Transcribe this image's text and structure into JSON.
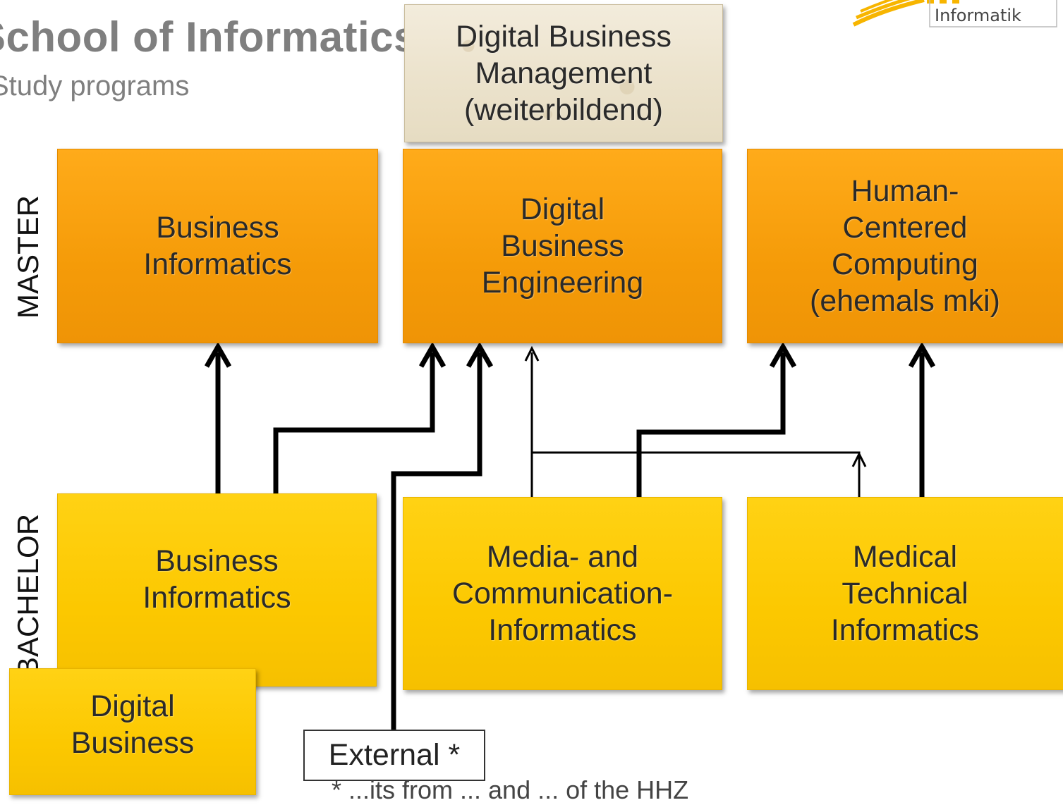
{
  "header": {
    "title": "School of Informatics",
    "subtitle": "Study programs"
  },
  "logo": {
    "text": "Informatik",
    "icon": "university-logo-icon",
    "accent_color": "#f7b500"
  },
  "side_labels": {
    "master": "MASTER",
    "bachelor": "BACHELOR"
  },
  "colors": {
    "master": "#f59b08",
    "bachelor": "#fcc800",
    "parchment": "#ece3cd"
  },
  "continuing": {
    "lines": [
      "Digital Business",
      "Management",
      "(weiterbildend)"
    ]
  },
  "master_programs": [
    {
      "id": "business-informatics",
      "lines": [
        "Business",
        "Informatics"
      ]
    },
    {
      "id": "digital-business-engineering",
      "lines": [
        "Digital",
        "Business",
        "Engineering"
      ]
    },
    {
      "id": "human-centered-computing",
      "lines": [
        "Human-",
        "Centered",
        "Computing",
        "(ehemals mki)"
      ]
    }
  ],
  "bachelor_programs": [
    {
      "id": "business-informatics",
      "lines": [
        "Business",
        "Informatics"
      ]
    },
    {
      "id": "media-communication-informatics",
      "lines": [
        "Media- and",
        "Communication-",
        "Informatics"
      ]
    },
    {
      "id": "medical-technical-informatics",
      "lines": [
        "Medical",
        "Technical",
        "Informatics"
      ]
    },
    {
      "id": "digital-business",
      "lines": [
        "Digital",
        "Business"
      ]
    }
  ],
  "external": {
    "label": "External *"
  },
  "footnote": "* ...its from ... and ... of the HHZ"
}
